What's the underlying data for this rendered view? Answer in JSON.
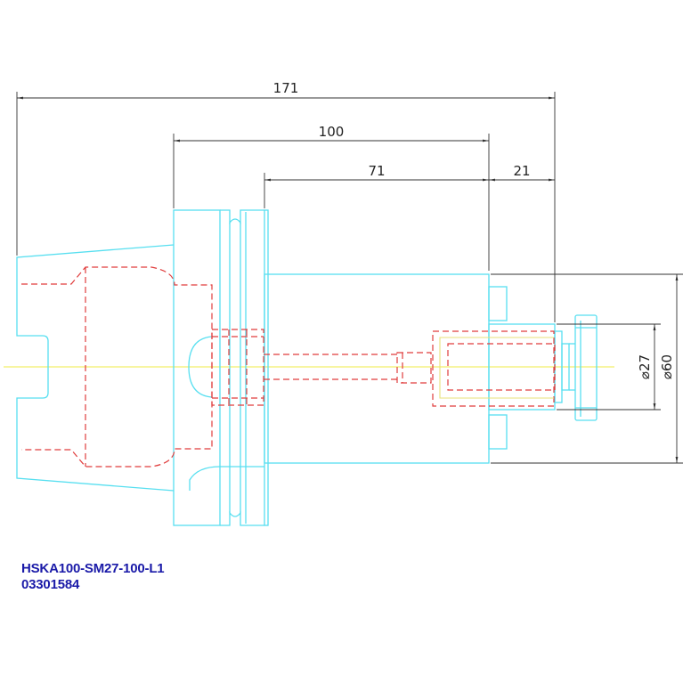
{
  "colors": {
    "outline": "#57dff0",
    "hidden": "#e03c3c",
    "centerline": "#f2ef6a",
    "inner": "#e8e27a",
    "dimension": "#333333",
    "caption": "#1a1aa8"
  },
  "dimensions": {
    "overall_length": "171",
    "gauge_length": "100",
    "body_length": "71",
    "nut_length": "21",
    "clamp_diameter": "⌀27",
    "body_diameter": "⌀60"
  },
  "caption": {
    "model": "HSKA100-SM27-100-L1",
    "part_number": "03301584"
  }
}
